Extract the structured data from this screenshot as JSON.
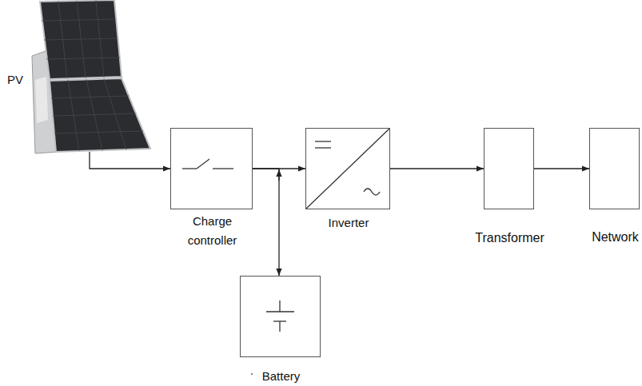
{
  "diagram": {
    "nodes": [
      {
        "text": [
          "PV"
        ]
      },
      {
        "text": [
          "Charge controller"
        ]
      },
      {
        "text": [
          "Inverter"
        ]
      },
      {
        "text": [
          "Transformer"
        ]
      },
      {
        "text": [
          "Network"
        ]
      },
      {
        "text": [
          "Battery"
        ]
      }
    ],
    "edges": [
      {
        "from": 0,
        "to": 1,
        "arrow": "to"
      },
      {
        "from": 1,
        "to": 2,
        "arrow": "to"
      },
      {
        "from": 1,
        "to": 5,
        "arrow": "both"
      },
      {
        "from": 2,
        "to": 3,
        "arrow": "to"
      },
      {
        "from": 3,
        "to": 4,
        "arrow": "to"
      }
    ]
  }
}
